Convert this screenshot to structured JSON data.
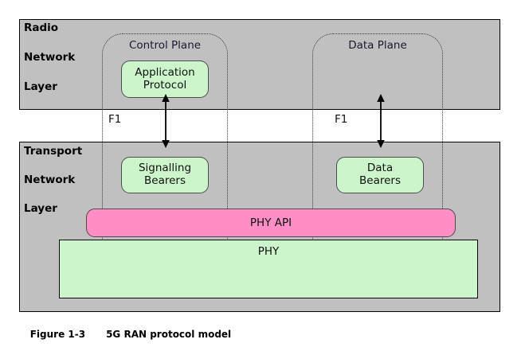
{
  "figure": {
    "caption_number": "Figure 1-3",
    "caption_title": "5G RAN protocol model"
  },
  "layers": [
    {
      "id": "radio-network-layer",
      "lines": [
        "Radio",
        "Network",
        "Layer"
      ]
    },
    {
      "id": "transport-network-layer",
      "lines": [
        "Transport",
        "Network",
        "Layer"
      ]
    }
  ],
  "planes": [
    {
      "id": "control-plane",
      "title": "Control Plane"
    },
    {
      "id": "data-plane",
      "title": "Data Plane"
    }
  ],
  "blocks": {
    "application_protocol": "Application\nProtocol",
    "signalling_bearers": "Signalling\nBearers",
    "data_bearers": "Data\nBearers",
    "phy_api": "PHY API",
    "phy": "PHY"
  },
  "interfaces": [
    {
      "id": "f1-control",
      "label": "F1"
    },
    {
      "id": "f1-data",
      "label": "F1"
    }
  ],
  "colors": {
    "layer_band": "#c0c0c0",
    "protocol_block": "#ccf5cc",
    "phy_api": "#ff8fc4",
    "phy": "#ccf5cc",
    "outline": "#000000",
    "plane_dotted": "#3a3a3a",
    "page_background": "#ffffff"
  }
}
